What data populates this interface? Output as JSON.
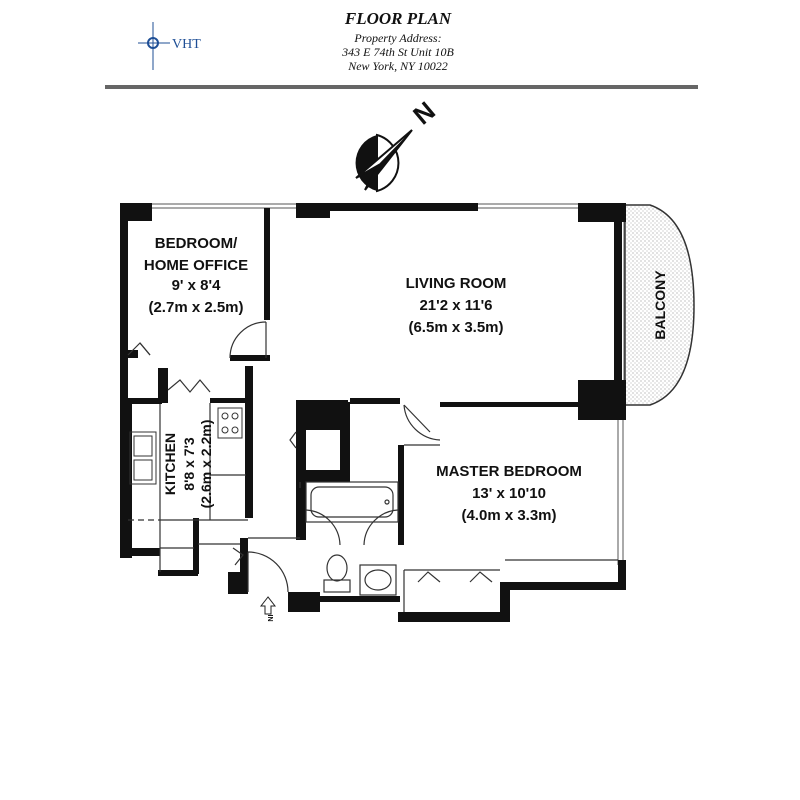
{
  "header": {
    "logo_text": "VHT",
    "title": "FLOOR PLAN",
    "address_label": "Property Address:",
    "address_line1": "343 E 74th St Unit 10B",
    "address_line2": "New York, NY 10022"
  },
  "compass": {
    "north_label": "N"
  },
  "rooms": {
    "bedroom": {
      "name_line1": "BEDROOM/",
      "name_line2": "HOME OFFICE",
      "dims_ft": "9' x 8'4",
      "dims_m": "(2.7m x 2.5m)"
    },
    "living": {
      "name": "LIVING ROOM",
      "dims_ft": "21'2 x 11'6",
      "dims_m": "(6.5m x 3.5m)"
    },
    "kitchen": {
      "name": "KITCHEN",
      "dims_ft": "8'8 x 7'3",
      "dims_m": "(2.6m x 2.2m)"
    },
    "master": {
      "name": "MASTER BEDROOM",
      "dims_ft": "13' x 10'10",
      "dims_m": "(4.0m x 3.3m)"
    },
    "balcony": {
      "name": "BALCONY"
    }
  },
  "entrance": {
    "label": "IN"
  },
  "colors": {
    "wall": "#111111",
    "line": "#444444",
    "logo": "#1f4f96",
    "balcony_hatch": "#999999"
  }
}
